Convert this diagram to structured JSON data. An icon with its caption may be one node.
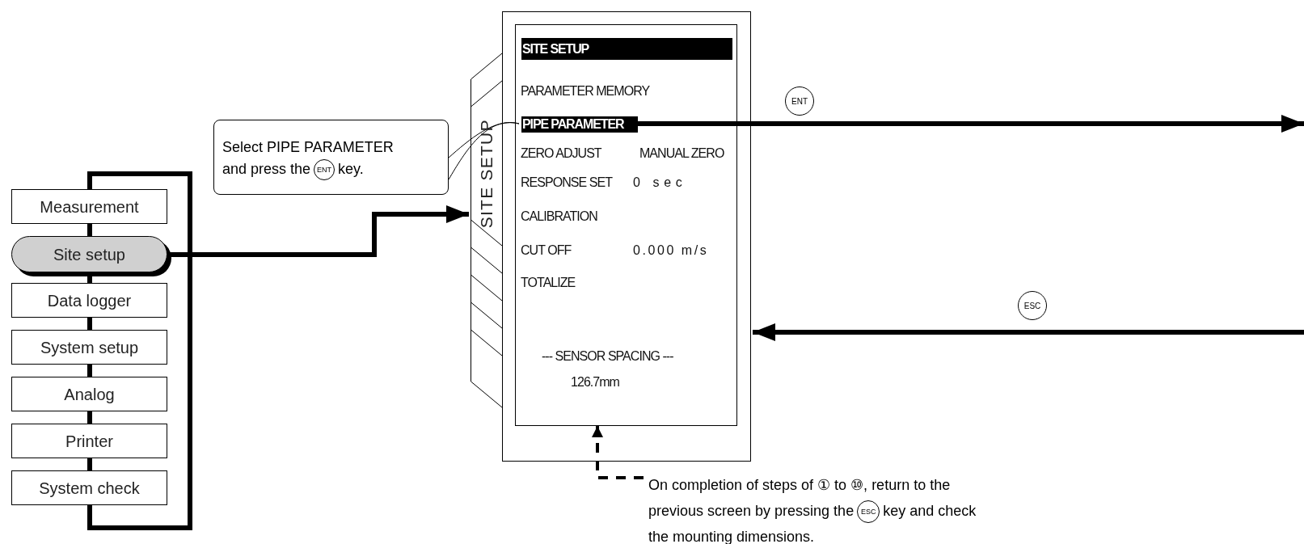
{
  "diagram": {
    "nodes": [
      {
        "text": [
          "Measurement"
        ]
      },
      {
        "text": [
          "Site setup"
        ]
      },
      {
        "text": [
          "Data logger"
        ]
      },
      {
        "text": [
          "System setup"
        ]
      },
      {
        "text": [
          "Analog"
        ]
      },
      {
        "text": [
          "Printer"
        ]
      },
      {
        "text": [
          "System check"
        ]
      },
      {
        "text": [
          "Select PIPE PARAMETER and press the",
          "ENT",
          "key."
        ]
      },
      {
        "text": [
          "SITE SETUP"
        ]
      },
      {
        "text": [],
        "shape": "box",
        "in": 8
      },
      {
        "text": [
          "SITE SETUP"
        ],
        "in": 9
      },
      {
        "text": [
          "PIPE PARAMETER"
        ],
        "in": 9
      },
      {
        "text": [
          "On completion of steps of ① to ⑩, return to the previous screen by pressing the",
          "ESC",
          "key and check the mounting dimensions."
        ]
      }
    ],
    "edges": [
      {
        "from": 0,
        "to": 1,
        "arrow": "none"
      },
      {
        "from": 1,
        "to": 2,
        "arrow": "none"
      },
      {
        "from": 2,
        "to": 3,
        "arrow": "none"
      },
      {
        "from": 3,
        "to": 4,
        "arrow": "none"
      },
      {
        "from": 4,
        "to": 5,
        "arrow": "none"
      },
      {
        "from": 5,
        "to": 6,
        "arrow": "none"
      },
      {
        "from": 6,
        "to": 0,
        "arrow": "none"
      },
      {
        "from": 1,
        "to": 8,
        "arrow": "to"
      },
      {
        "from": 7,
        "to": 11,
        "arrow": "none"
      },
      {
        "from": 11,
        "to": null,
        "arrow": "to",
        "label": "ENT"
      },
      {
        "from": null,
        "to": 8,
        "arrow": "to",
        "label": "ESC"
      },
      {
        "from": 12,
        "to": 9,
        "arrow": "to",
        "style": "dashed"
      }
    ],
    "labels": [
      "PARAMETER MEMORY",
      "ZERO ADJUST",
      "MANUAL ZERO",
      "RESPONSE SET",
      "0 sec",
      "CALIBRATION",
      "CUT OFF",
      "0.000 m/s",
      "TOTALIZE",
      "--- SENSOR SPACING ---",
      "126.7mm"
    ]
  }
}
